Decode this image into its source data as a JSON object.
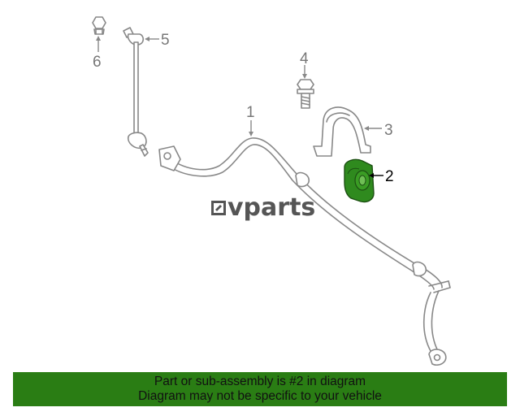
{
  "diagram": {
    "watermark": "vparts",
    "callouts": [
      {
        "id": "1",
        "label": "1"
      },
      {
        "id": "2",
        "label": "2",
        "highlighted": true
      },
      {
        "id": "3",
        "label": "3"
      },
      {
        "id": "4",
        "label": "4"
      },
      {
        "id": "5",
        "label": "5"
      },
      {
        "id": "6",
        "label": "6"
      }
    ],
    "colors": {
      "highlight_part": "#2f8a1e",
      "banner": "#2a7d14",
      "line_art": "#888888"
    }
  },
  "banner": {
    "line1": "Part or sub-assembly is #2 in diagram",
    "line2": "Diagram may not be specific to your vehicle"
  }
}
